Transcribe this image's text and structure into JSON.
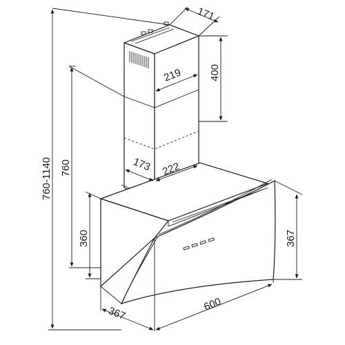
{
  "diagram": {
    "dimensions": {
      "chimney_depth_top": "171",
      "chimney_height_upper": "400",
      "chimney_width_upper": "219",
      "total_height_range": "760-1140",
      "min_height": "760",
      "chimney_depth_lower": "173",
      "chimney_width_lower": "222",
      "body_height": "360",
      "glass_height": "367",
      "hood_width": "600",
      "hood_depth": "367"
    }
  }
}
